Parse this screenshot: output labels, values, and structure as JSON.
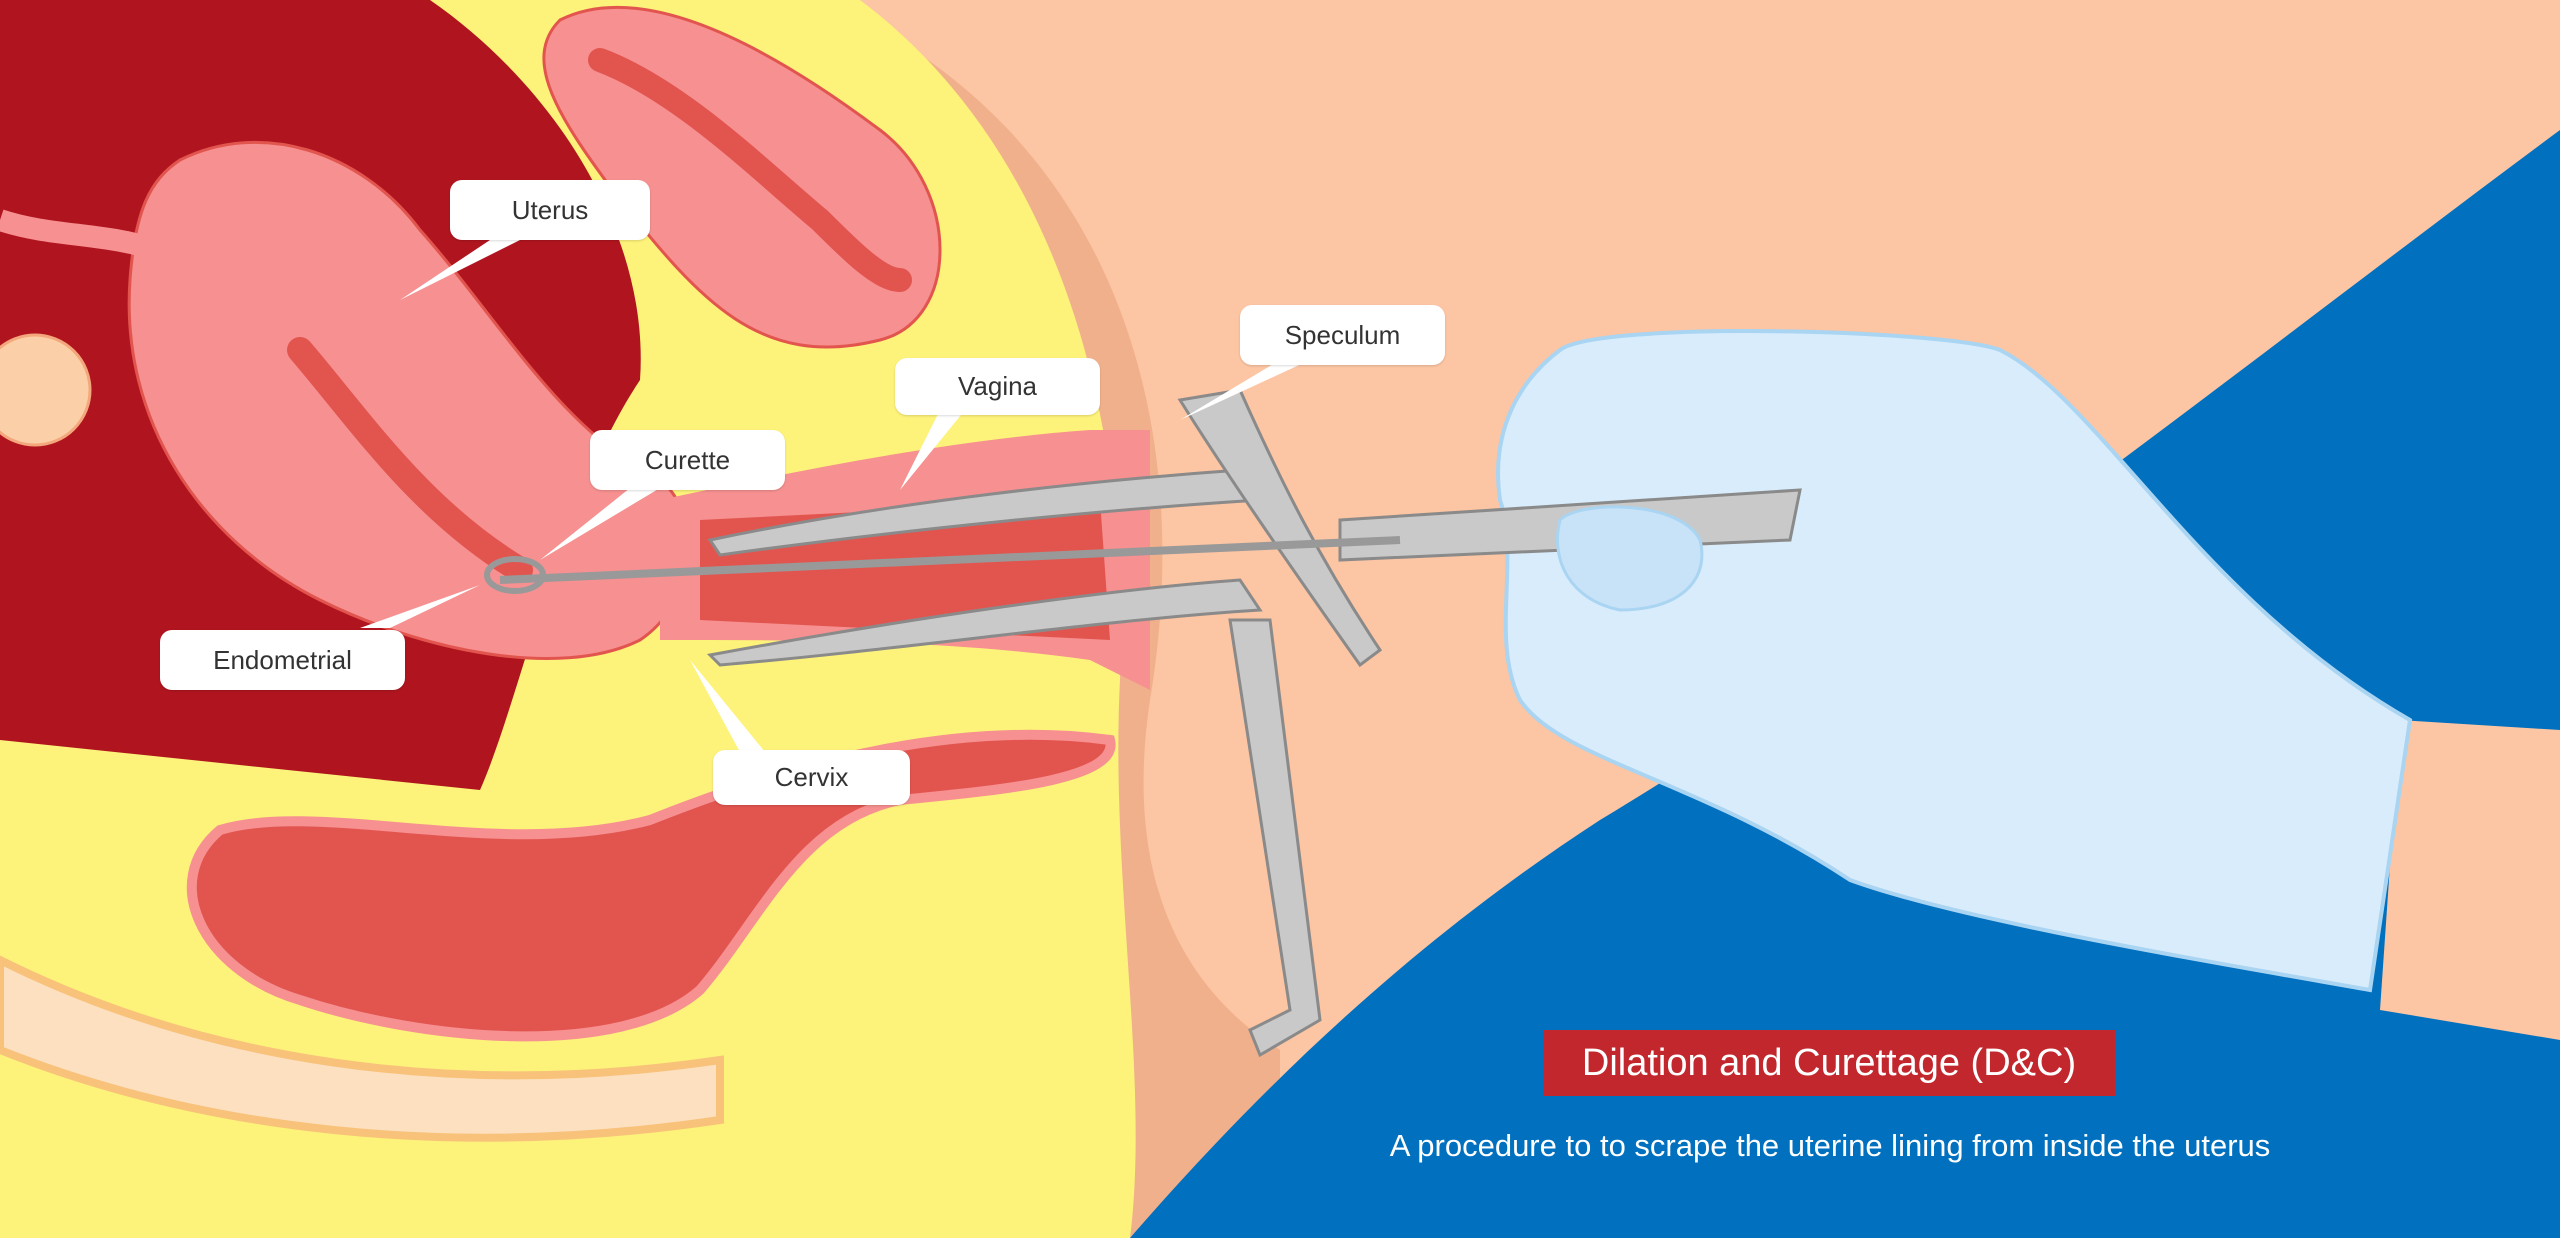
{
  "labels": {
    "uterus": "Uterus",
    "speculum": "Speculum",
    "vagina": "Vagina",
    "curette": "Curette",
    "endometrial": "Endometrial",
    "cervix": "Cervix"
  },
  "title": "Dilation and Curettage (D&C)",
  "subtitle": "A procedure to to scrape the uterine lining from inside the uterus",
  "colors": {
    "skin": "#fcc5a3",
    "tissue_dark": "#b0151f",
    "fat": "#fdf27a",
    "organ": "#f69091",
    "muscle": "#e2554f",
    "glove": "#d8ecfb",
    "drape": "#0070bf",
    "title_bg": "#c1272d"
  }
}
